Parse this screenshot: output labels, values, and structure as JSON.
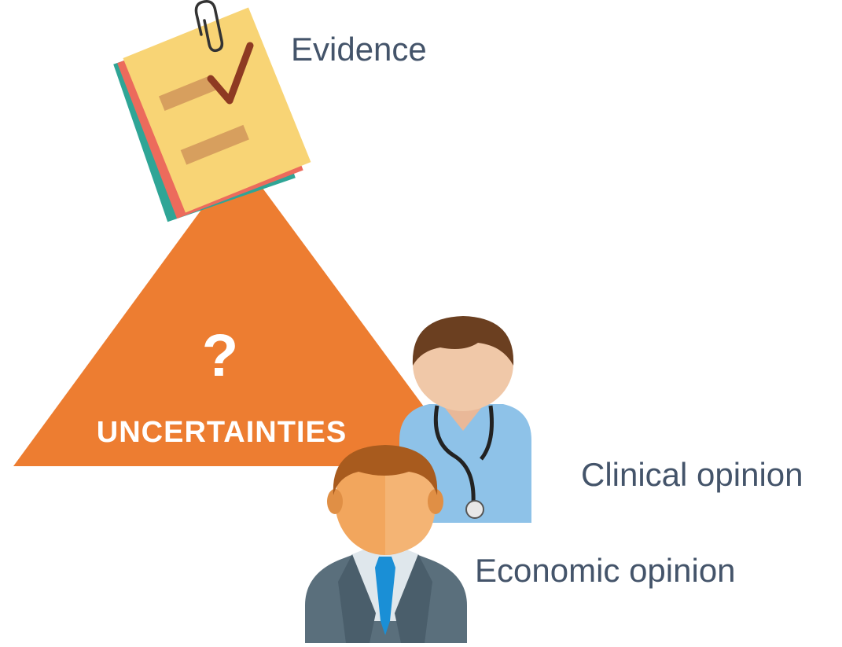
{
  "labels": {
    "evidence": "Evidence",
    "clinical_opinion": "Clinical opinion",
    "economic_opinion": "Economic opinion"
  },
  "triangle": {
    "symbol": "?",
    "text": "UNCERTAINTIES"
  },
  "icons": {
    "evidence": "documents-checklist-icon",
    "clinician": "doctor-with-stethoscope-icon",
    "economist": "businessman-icon"
  },
  "colors": {
    "triangle_fill": "#ed7d31",
    "triangle_text": "#ffffff",
    "label_text": "#44546a",
    "paper_yellow": "#f8d475",
    "paper_red": "#ec6b5c",
    "paper_teal": "#2fa596",
    "doctor_coat": "#8ec2e8",
    "suit": "#5a6f7c",
    "tie": "#1a8fd6",
    "hair": "#a85b1e",
    "skin": "#f2a65d"
  }
}
